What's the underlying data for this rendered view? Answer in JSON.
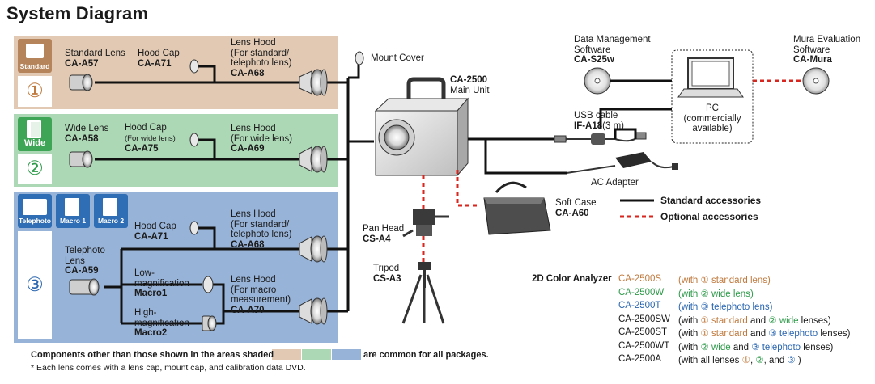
{
  "title": "System Diagram",
  "colors": {
    "standard_bg": "#e1c9b3",
    "wide_bg": "#acd8b5",
    "telephoto_bg": "#97b3d8",
    "standard_text": "#c07a3e",
    "wide_text": "#2e9a4a",
    "telephoto_text": "#2a66b0",
    "optional_red": "#d8251d"
  },
  "panels": {
    "standard": {
      "badge": "Standard",
      "number": "①",
      "lens": {
        "name": "Standard Lens",
        "code": "CA-A57"
      },
      "hood_cap": {
        "name": "Hood Cap",
        "code": "CA-A71"
      },
      "hood": {
        "line1": "Lens Hood",
        "line2": "(For standard/",
        "line3": "telephoto lens)",
        "code": "CA-A68"
      }
    },
    "wide": {
      "badge": "Wide",
      "number": "②",
      "lens": {
        "name": "Wide Lens",
        "code": "CA-A58"
      },
      "hood_cap": {
        "name": "Hood Cap",
        "sub": "(For wide lens)",
        "code": "CA-A75"
      },
      "hood": {
        "line1": "Lens Hood",
        "line2": "(For wide lens)",
        "code": "CA-A69"
      }
    },
    "telephoto": {
      "badges": [
        "Telephoto",
        "Macro 1",
        "Macro 2"
      ],
      "number": "③",
      "hood_cap": {
        "name": "Hood Cap",
        "code": "CA-A71"
      },
      "hood": {
        "line1": "Lens Hood",
        "line2": "(For standard/",
        "line3": "telephoto lens)",
        "code": "CA-A68"
      },
      "lens": {
        "line1": "Telephoto",
        "line2": "Lens",
        "code": "CA-A59"
      },
      "low_mag": {
        "line1": "Low-",
        "line2": "magnification",
        "code": "Macro1"
      },
      "high_mag": {
        "line1": "High-",
        "line2": "magnification",
        "code": "Macro2"
      },
      "macro_hood": {
        "line1": "Lens Hood",
        "line2": "(For macro",
        "line3": "measurement)",
        "code": "CA-A70"
      }
    }
  },
  "mount_cover": "Mount Cover",
  "main_unit": {
    "code": "CA-2500",
    "name": "Main Unit"
  },
  "data_software": {
    "line1": "Data Management",
    "line2": "Software",
    "code": "CA-S25w"
  },
  "mura_software": {
    "line1": "Mura Evaluation",
    "line2": "Software",
    "code": "CA-Mura"
  },
  "pc": {
    "line1": "PC",
    "line2": "(commercially",
    "line3": "available)"
  },
  "usb": {
    "name": "USB cable",
    "code": "IF-A18",
    "length": "(3 m)"
  },
  "ac_adapter": "AC Adapter",
  "soft_case": {
    "name": "Soft Case",
    "code": "CA-A60"
  },
  "pan_head": {
    "name": "Pan Head",
    "code": "CS-A4"
  },
  "tripod": {
    "name": "Tripod",
    "code": "CS-A3"
  },
  "legend": {
    "standard": "Standard accessories",
    "optional": "Optional accessories"
  },
  "analyzer": {
    "heading": "2D Color Analyzer",
    "models": [
      {
        "model": "CA-2500S",
        "prefix": "(with ",
        "parts": [
          {
            "t": "① standard lens",
            "c": "standard"
          }
        ],
        "suffix": ")",
        "color": "standard"
      },
      {
        "model": "CA-2500W",
        "prefix": "(with ",
        "parts": [
          {
            "t": "② wide lens",
            "c": "wide"
          }
        ],
        "suffix": ")",
        "color": "wide"
      },
      {
        "model": "CA-2500T",
        "prefix": "(with ",
        "parts": [
          {
            "t": "③ telephoto lens",
            "c": "telephoto"
          }
        ],
        "suffix": ")",
        "color": "telephoto"
      },
      {
        "model": "CA-2500SW",
        "prefix": "(with ",
        "parts": [
          {
            "t": "① standard",
            "c": "standard"
          },
          {
            "t": " and ",
            "c": ""
          },
          {
            "t": "② wide",
            "c": "wide"
          }
        ],
        "suffix": " lenses)",
        "color": ""
      },
      {
        "model": "CA-2500ST",
        "prefix": "(with ",
        "parts": [
          {
            "t": "① standard",
            "c": "standard"
          },
          {
            "t": " and ",
            "c": ""
          },
          {
            "t": "③ telephoto",
            "c": "telephoto"
          }
        ],
        "suffix": " lenses)",
        "color": ""
      },
      {
        "model": "CA-2500WT",
        "prefix": "(with ",
        "parts": [
          {
            "t": "② wide",
            "c": "wide"
          },
          {
            "t": " and ",
            "c": ""
          },
          {
            "t": "③ telephoto",
            "c": "telephoto"
          }
        ],
        "suffix": " lenses)",
        "color": ""
      },
      {
        "model": "CA-2500A",
        "prefix": "(with all lenses ",
        "parts": [
          {
            "t": "①",
            "c": "standard"
          },
          {
            "t": ", ",
            "c": ""
          },
          {
            "t": "②",
            "c": "wide"
          },
          {
            "t": ", and ",
            "c": ""
          },
          {
            "t": "③",
            "c": "telephoto"
          }
        ],
        "suffix": " )",
        "color": ""
      }
    ]
  },
  "footer": {
    "note1_before": "Components other than those shown in the areas shaded",
    "note1_after": "are common for all packages.",
    "note2": "* Each lens comes with a lens cap, mount cap, and calibration data DVD."
  }
}
